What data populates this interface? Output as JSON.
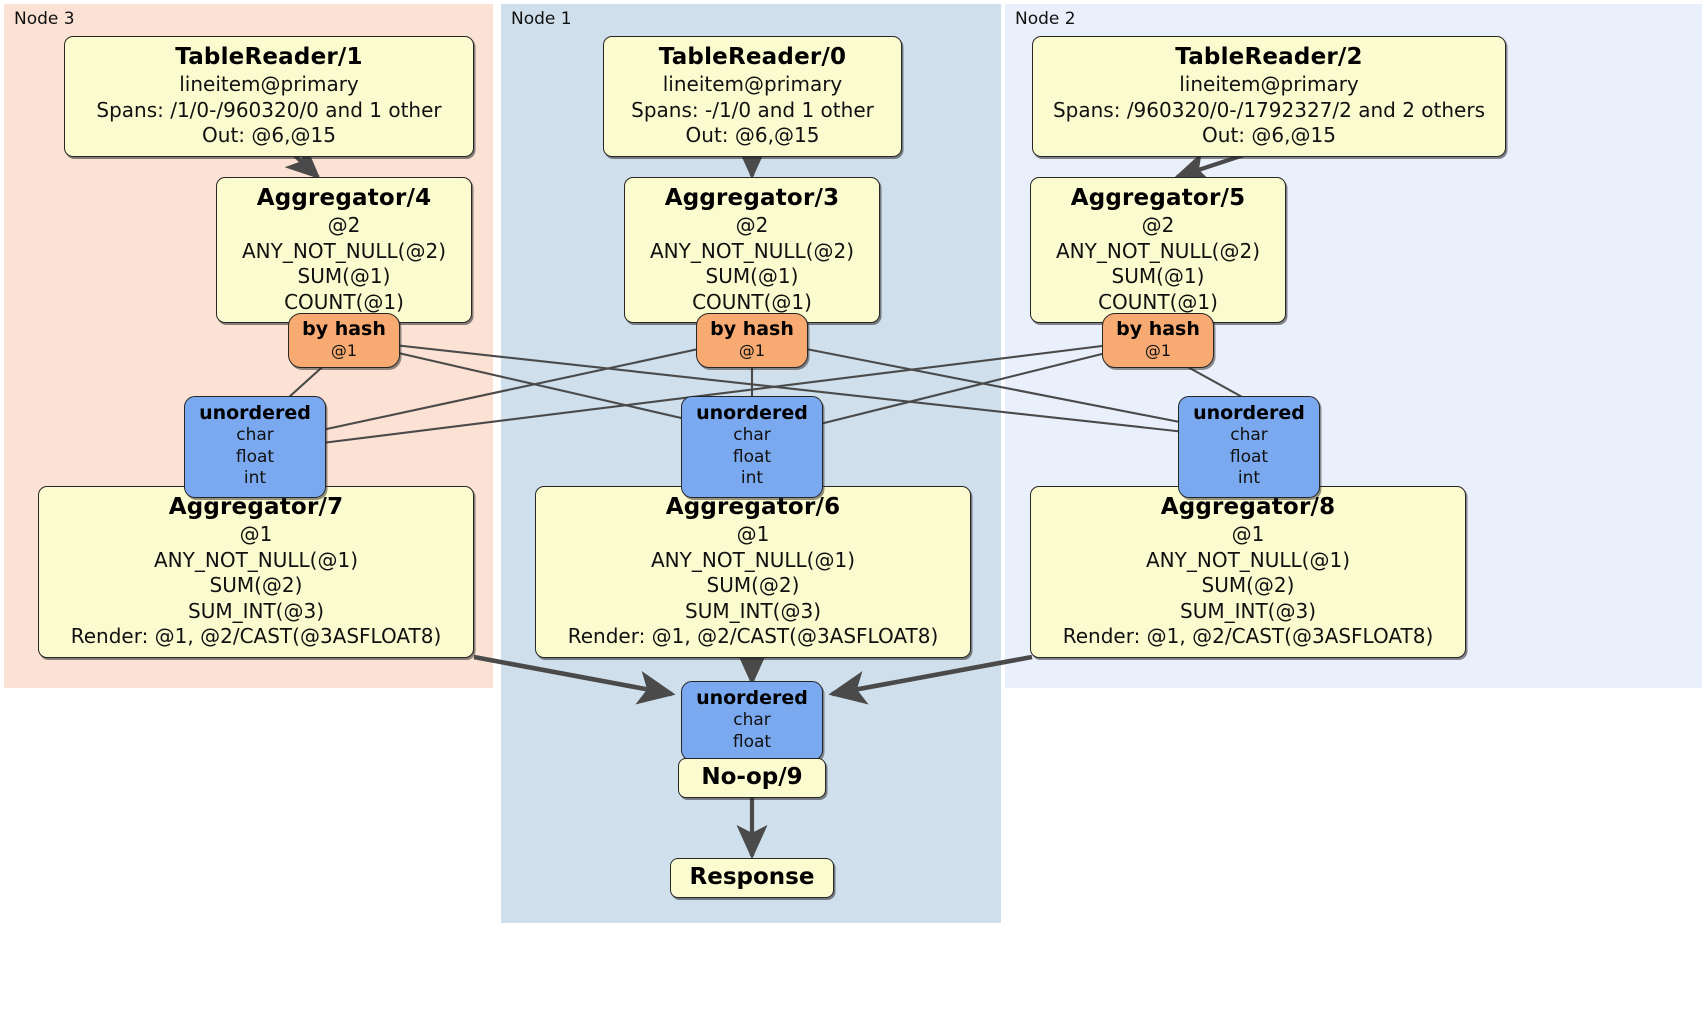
{
  "diagram": {
    "type": "distributed-query-plan",
    "panels": [
      {
        "id": "node3",
        "label": "Node 3",
        "color": "#fbe2d5"
      },
      {
        "id": "node1",
        "label": "Node 1",
        "color": "#cfdfeb"
      },
      {
        "id": "node2",
        "label": "Node 2",
        "color": "#eaf0fb"
      }
    ],
    "table_readers": {
      "node3": {
        "title": "TableReader/1",
        "source": "lineitem@primary",
        "spans": "Spans: /1/0-/960320/0 and 1 other",
        "out": "Out: @6,@15"
      },
      "node1": {
        "title": "TableReader/0",
        "source": "lineitem@primary",
        "spans": "Spans: -/1/0 and 1 other",
        "out": "Out: @6,@15"
      },
      "node2": {
        "title": "TableReader/2",
        "source": "lineitem@primary",
        "spans": "Spans: /960320/0-/1792327/2 and 2 others",
        "out": "Out: @6,@15"
      }
    },
    "local_aggregators": {
      "node3": {
        "title": "Aggregator/4",
        "group": "@2",
        "agg1": "ANY_NOT_NULL(@2)",
        "agg2": "SUM(@1)",
        "agg3": "COUNT(@1)"
      },
      "node1": {
        "title": "Aggregator/3",
        "group": "@2",
        "agg1": "ANY_NOT_NULL(@2)",
        "agg2": "SUM(@1)",
        "agg3": "COUNT(@1)"
      },
      "node2": {
        "title": "Aggregator/5",
        "group": "@2",
        "agg1": "ANY_NOT_NULL(@2)",
        "agg2": "SUM(@1)",
        "agg3": "COUNT(@1)"
      }
    },
    "hash_routers": {
      "node3": {
        "title": "by hash",
        "column": "@1"
      },
      "node1": {
        "title": "by hash",
        "column": "@1"
      },
      "node2": {
        "title": "by hash",
        "column": "@1"
      }
    },
    "synchronizers": {
      "node3": {
        "title": "unordered",
        "types": [
          "char",
          "float",
          "int"
        ]
      },
      "node1": {
        "title": "unordered",
        "types": [
          "char",
          "float",
          "int"
        ]
      },
      "node2": {
        "title": "unordered",
        "types": [
          "char",
          "float",
          "int"
        ]
      },
      "final": {
        "title": "unordered",
        "types": [
          "char",
          "float"
        ]
      }
    },
    "final_aggregators": {
      "node3": {
        "title": "Aggregator/7",
        "group": "@1",
        "agg1": "ANY_NOT_NULL(@1)",
        "agg2": "SUM(@2)",
        "agg3": "SUM_INT(@3)",
        "render": "Render: @1, @2/CAST(@3ASFLOAT8)"
      },
      "node1": {
        "title": "Aggregator/6",
        "group": "@1",
        "agg1": "ANY_NOT_NULL(@1)",
        "agg2": "SUM(@2)",
        "agg3": "SUM_INT(@3)",
        "render": "Render: @1, @2/CAST(@3ASFLOAT8)"
      },
      "node2": {
        "title": "Aggregator/8",
        "group": "@1",
        "agg1": "ANY_NOT_NULL(@1)",
        "agg2": "SUM(@2)",
        "agg3": "SUM_INT(@3)",
        "render": "Render: @1, @2/CAST(@3ASFLOAT8)"
      }
    },
    "noop": {
      "title": "No-op/9"
    },
    "response": {
      "title": "Response"
    },
    "colors": {
      "processor": "#fbfbd0",
      "router": "#f7ab72",
      "synchronizer": "#7aa9ef",
      "edge": "#4a4a4a",
      "border": "#262626"
    }
  }
}
